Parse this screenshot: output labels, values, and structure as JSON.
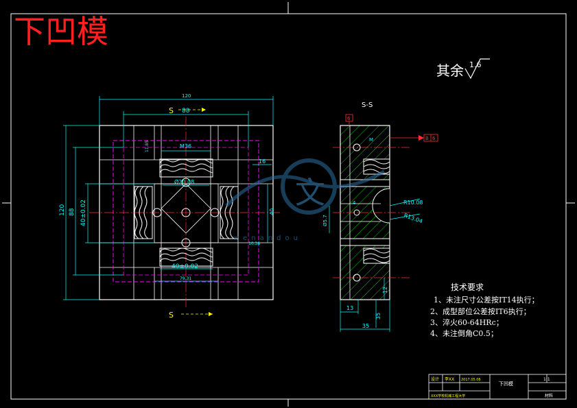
{
  "drawing_title": "下凹模",
  "roughness_note": {
    "prefix": "其余",
    "value": "1.6"
  },
  "section_label": "S-S",
  "cut_marker": "S",
  "plan_dimensions": {
    "overall_width": "120",
    "inner_width": "88",
    "overall_height": "120",
    "inner_height": "88",
    "width_tol": "40±0.02",
    "height_tol": "40±0.02",
    "pocket": "M36",
    "center_hole": "Ø20.08",
    "bottom_span": "79.31",
    "side_dim": "16",
    "right_height": "40",
    "small_left": "11.85",
    "small_right": "10.38"
  },
  "section_dimensions": {
    "r_outer": "R10.08",
    "r_inner": "R13.04",
    "phi": "Ø5.7",
    "m": "M",
    "four": "4",
    "l13": "13",
    "l12": "12",
    "l35": "35",
    "l35v": "35",
    "tag6": "6",
    "tag_b": "B",
    "tag_b6": "6"
  },
  "watermark": {
    "glyph": "文",
    "text": "wenandou"
  },
  "tech_requirements": {
    "heading": "技术要求",
    "items": [
      "1、未注尺寸公差按IT14执行；",
      "2、成型部位公差按IT6执行；",
      "3、淬火60-64HRc；",
      "4、未注倒角C0.5；"
    ]
  },
  "title_block": {
    "cells": [
      "设计",
      "李XX",
      "2017.05.06",
      "下凹模",
      "1:1",
      "XXX学校机械工程大学",
      "材料"
    ]
  },
  "colors": {
    "background": "#000000",
    "outline": "#ffffff",
    "dimension": "#00ffff",
    "hidden": "#ff00ff",
    "centerline": "#ff0000",
    "hatch": "#00ff00",
    "label": "#ffff00",
    "title": "#ff0000"
  }
}
